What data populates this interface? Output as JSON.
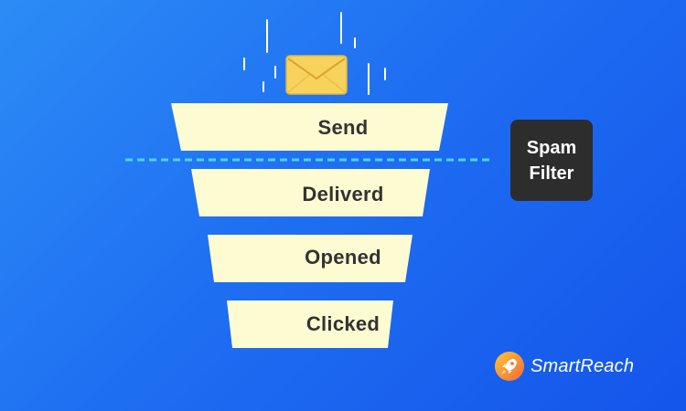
{
  "funnel": {
    "stages": [
      {
        "label": "Send"
      },
      {
        "label": "Deliverd"
      },
      {
        "label": "Opened"
      },
      {
        "label": "Clicked"
      }
    ],
    "spam_filter": {
      "line1": "Spam",
      "line2": "Filter"
    }
  },
  "brand": {
    "name": "SmartReach"
  },
  "colors": {
    "background": "#1f6ff2",
    "funnel_fill": "#fdfbd2",
    "funnel_text": "#333333",
    "divider": "#4fd3f5",
    "envelope": "#f7d25c",
    "spam_box": "#2d2d2d"
  },
  "icons": {
    "envelope": "envelope-icon",
    "brand_logo": "rocket-icon"
  }
}
